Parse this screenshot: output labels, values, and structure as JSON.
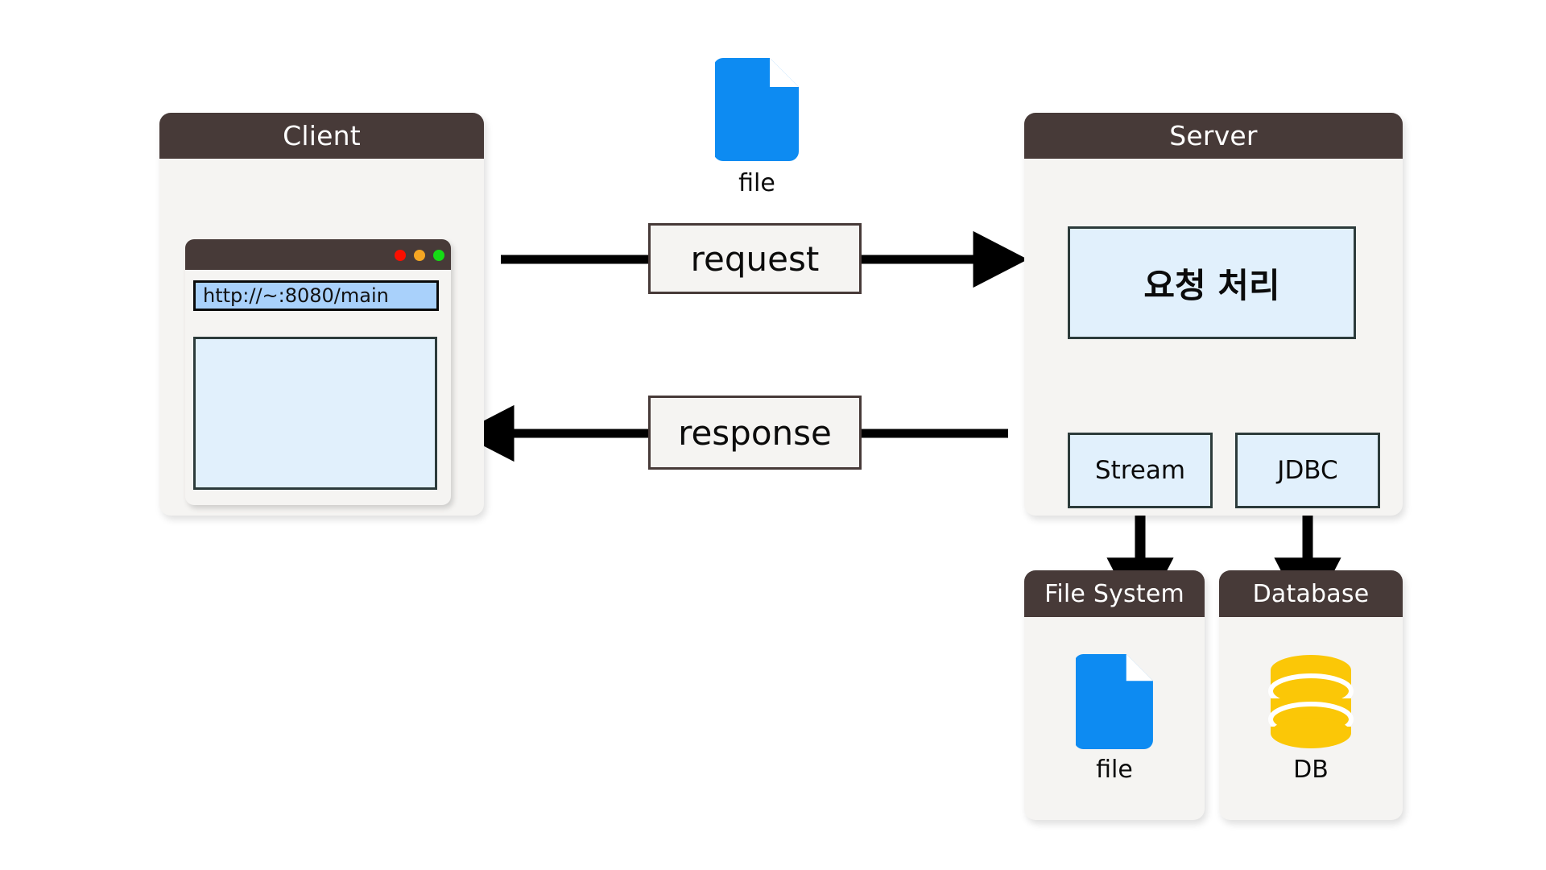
{
  "diagram": {
    "title": "Client-Server request/response flow",
    "colors": {
      "panel_header": "#473a38",
      "panel_body": "#f5f4f2",
      "process_box_fill": "#e1f0fc",
      "process_box_border": "#2c3b3b",
      "url_bar_fill": "#a9d1fb",
      "file_icon": "#0d8bf2",
      "db_icon": "#fbc707",
      "connector": "#000000",
      "background": "#ffffff"
    }
  },
  "client": {
    "title": "Client",
    "browser": {
      "url_value": "http://~:8080/main",
      "url_placeholder": "http://~:8080/main",
      "traffic_lights": [
        "close-red",
        "minimize-amber",
        "maximize-green"
      ]
    }
  },
  "server": {
    "title": "Server",
    "boxes": [
      {
        "id": "request-handler",
        "label": "요청 처리"
      },
      {
        "id": "stream",
        "label": "Stream"
      },
      {
        "id": "jdbc",
        "label": "JDBC"
      }
    ]
  },
  "stores": [
    {
      "id": "file-system",
      "title": "File System",
      "icon": "file-icon",
      "caption": "file"
    },
    {
      "id": "database",
      "title": "Database",
      "icon": "database-icon",
      "caption": "DB"
    }
  ],
  "floating_file": {
    "icon": "file-icon",
    "caption": "file"
  },
  "messages": [
    {
      "id": "request",
      "label": "request",
      "direction": "client-to-server"
    },
    {
      "id": "response",
      "label": "response",
      "direction": "server-to-client"
    }
  ],
  "connectors": [
    {
      "from": "client",
      "to": "server",
      "label": "request"
    },
    {
      "from": "server",
      "to": "client",
      "label": "response"
    },
    {
      "from": "request-handler",
      "to": "stream",
      "label": ""
    },
    {
      "from": "request-handler",
      "to": "jdbc",
      "label": ""
    },
    {
      "from": "stream",
      "to": "file-system",
      "label": ""
    },
    {
      "from": "jdbc",
      "to": "database",
      "label": ""
    }
  ]
}
